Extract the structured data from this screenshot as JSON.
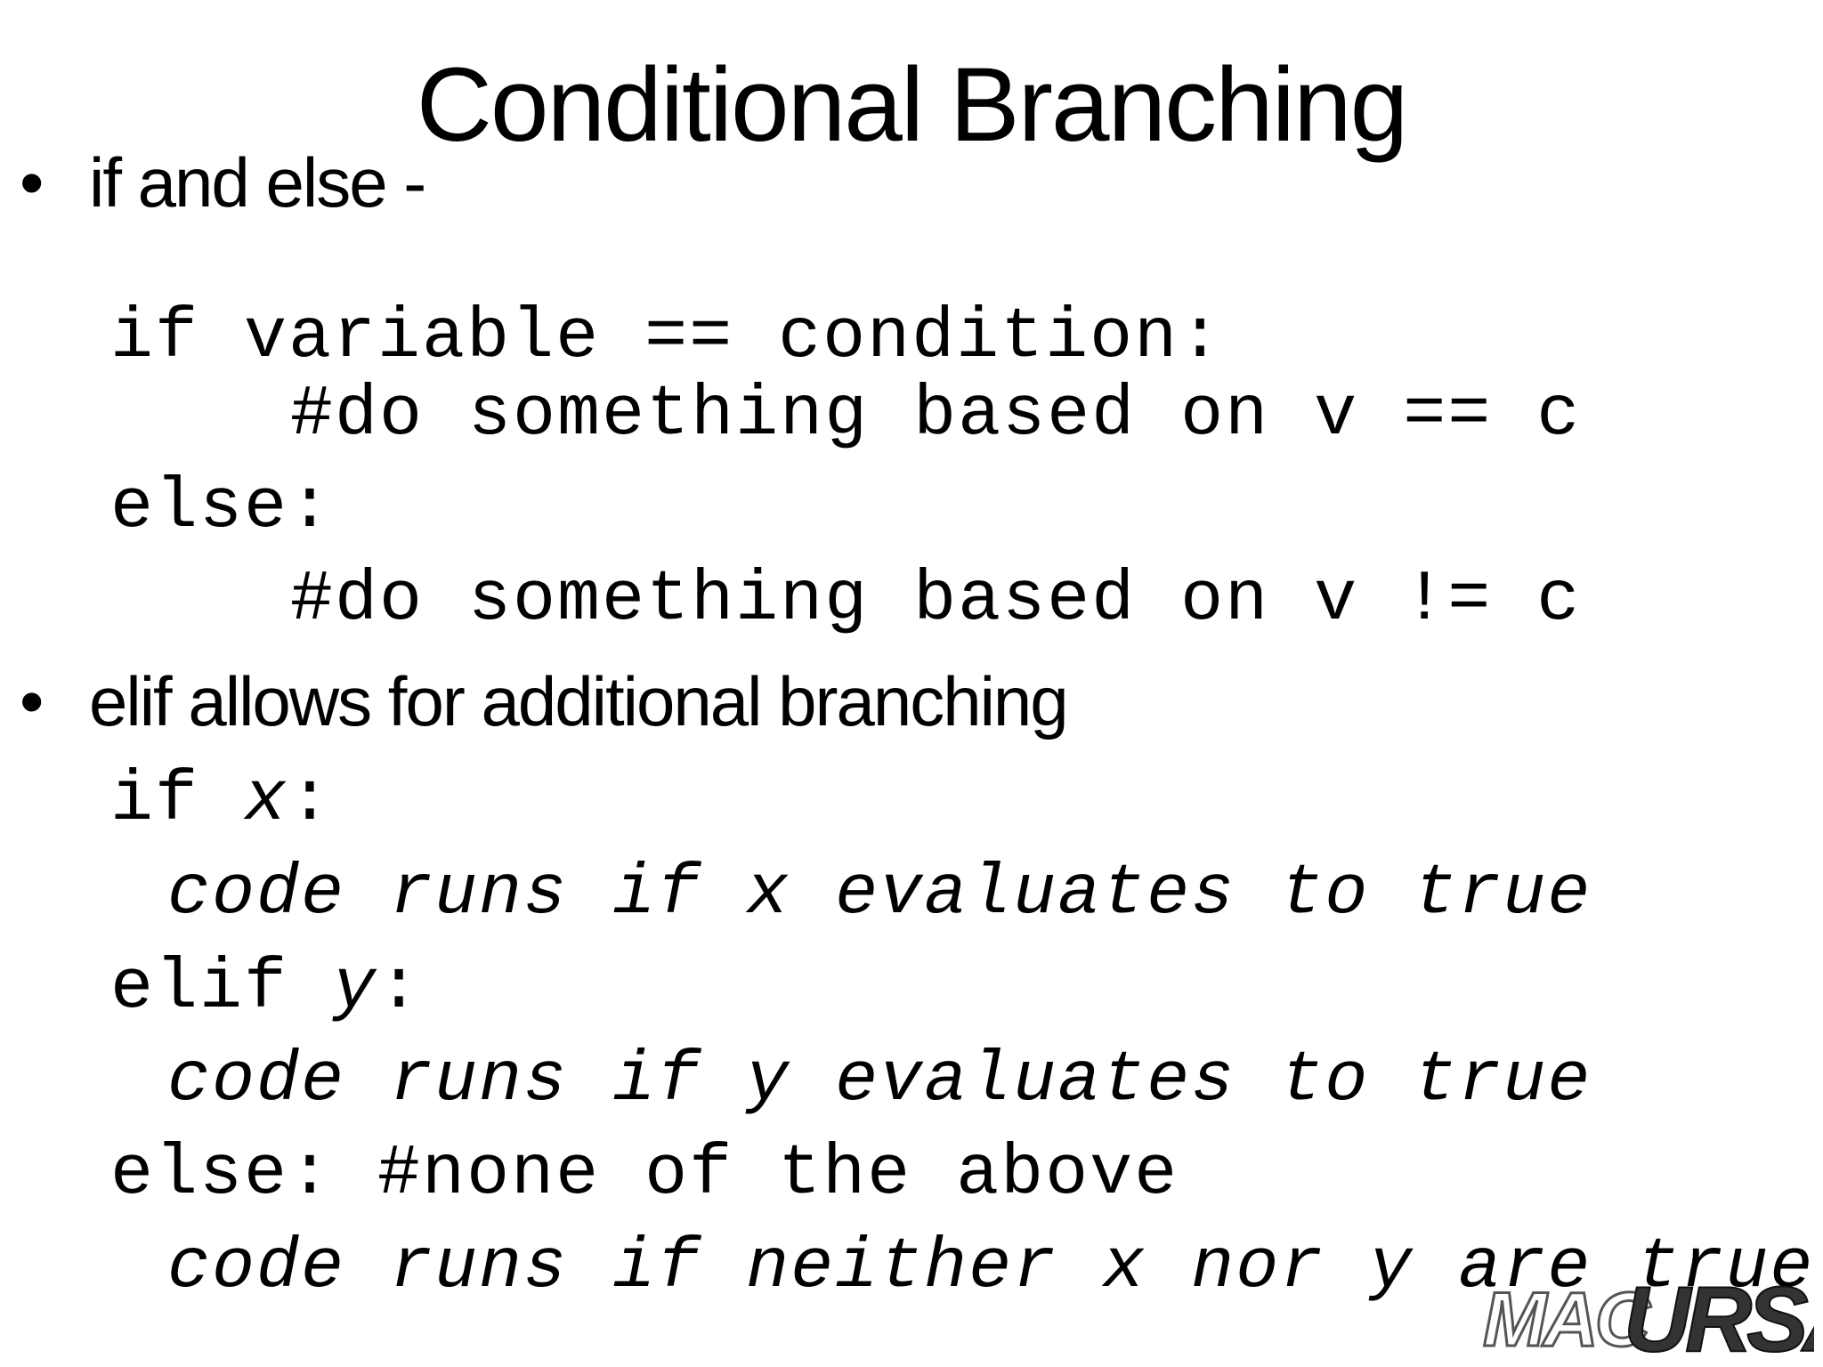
{
  "title": "Conditional Branching",
  "bullet_glyph": "•",
  "bullets": [
    {
      "text": "if and else -"
    },
    {
      "text": "elif allows for additional branching"
    }
  ],
  "code_block_1": {
    "line1": "if variable == condition:",
    "line2": "#do something based on v == c",
    "line3": "else:",
    "line4": "#do something based on v != c"
  },
  "code_block_2": {
    "line1_kw": "if ",
    "line1_var": "x",
    "line1_end": ":",
    "line2": "code runs if x evaluates to true",
    "line3_kw": "elif ",
    "line3_var": "y",
    "line3_end": ":",
    "line4": "code runs if y evaluates to true",
    "line5": "else: #none of the above",
    "line6": "code runs if neither x nor y are true"
  },
  "watermark": {
    "text_left": "MAC",
    "text_right": "URSA"
  }
}
